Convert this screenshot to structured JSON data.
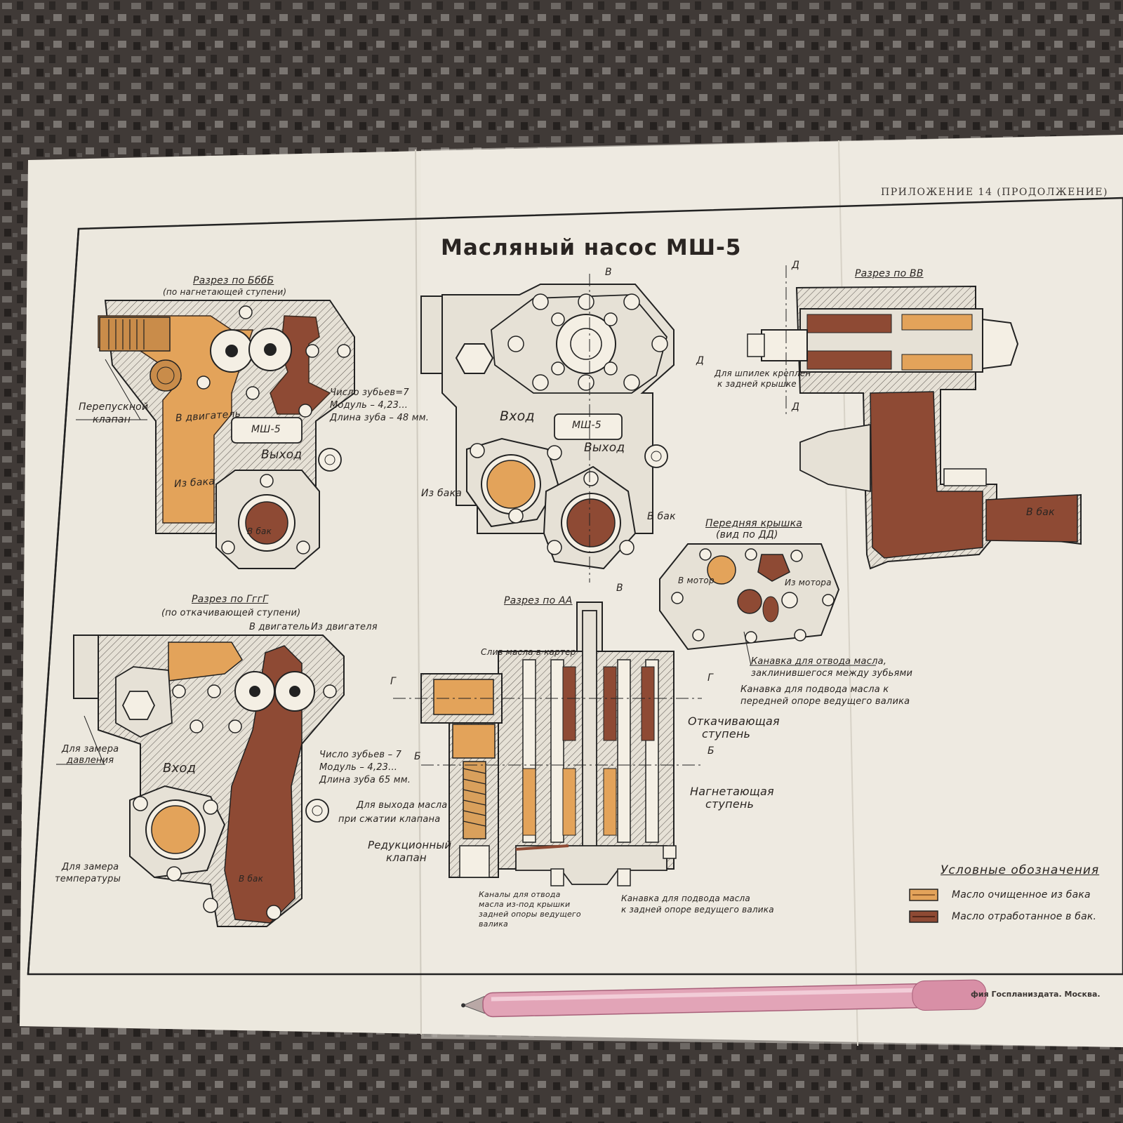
{
  "header": "ПРИЛОЖЕНИЕ 14 (ПРОДОЛЖЕНИЕ)",
  "title": "Масляный насос МШ-5",
  "imprint": "фия Госпланиздата. Москва.",
  "colors": {
    "clean_oil": "#e3a35a",
    "used_oil": "#8e4a34",
    "paper": "#ece8de",
    "ink": "#2a2522"
  },
  "views": {
    "bb": {
      "title": "Разрез по БббБ",
      "subtitle": "(по нагнетающей ступени)",
      "bypass_valve_1": "Перепускной",
      "bypass_valve_2": "клапан",
      "to_engine": "В двигатель",
      "plate": "МШ-5",
      "outlet": "Выход",
      "from_tank": "Из бака",
      "to_tank": "В бак",
      "teeth": "Число зубьев=7",
      "module": "Модуль – 4,23...",
      "tooth_length": "Длина зуба – 48 мм."
    },
    "front": {
      "inlet": "Вход",
      "plate": "МШ-5",
      "outlet": "Выход",
      "from_tank": "Из бака",
      "to_tank": "В бак",
      "mark_b": "В",
      "mark_d": "Д"
    },
    "vv": {
      "title": "Разрез по ВВ",
      "studs_1": "Для шпилек креплен",
      "studs_2": "к задней крышке",
      "to_tank": "В бак",
      "mark_d": "Д"
    },
    "cover": {
      "title": "Передняя крышка",
      "subtitle": "(вид по ДД)",
      "to_engine": "В мотор",
      "from_engine": "Из мотора",
      "groove1_1": "Канавка для отвода масла,",
      "groove1_2": "заклинившегося между зубьями",
      "groove2_1": "Канавка для подвода масла  к",
      "groove2_2": "передней опоре ведущего валика"
    },
    "gg": {
      "title": "Разрез по ГггГ",
      "subtitle": "(по откачивающей ступени)",
      "to_engine": "В двигатель",
      "from_engine": "Из двигателя",
      "pressure_1": "Для замера",
      "pressure_2": "давления",
      "inlet": "Вход",
      "teeth": "Число зубьев – 7",
      "module": "Модуль – 4,23...",
      "tooth_length": "Длина зуба 65 мм.",
      "temp_1": "Для замера",
      "temp_2": "температуры",
      "to_tank": "В бак"
    },
    "aa": {
      "title": "Разрез по АА",
      "drain": "Слив масла в картер",
      "release_1": "Для выхода масла",
      "release_2": "при сжатии клапана",
      "reducing_1": "Редукционный",
      "reducing_2": "клапан",
      "pumping_1": "Откачивающая",
      "pumping_2": "ступень",
      "pressure_1": "Нагнетающая",
      "pressure_2": "ступень",
      "channels_1": "Каналы для отвода",
      "channels_2": "масла из-под крышки",
      "channels_3": "задней опоры ведущего",
      "channels_4": "валика",
      "groove_1": "Канавка для подвода масла",
      "groove_2": "к задней опоре ведущего валика",
      "mark_g": "Г",
      "mark_b": "Б"
    }
  },
  "legend": {
    "title": "Условные обозначения",
    "clean": "Масло очищенное из бака",
    "used": "Масло отработанное в бак."
  }
}
